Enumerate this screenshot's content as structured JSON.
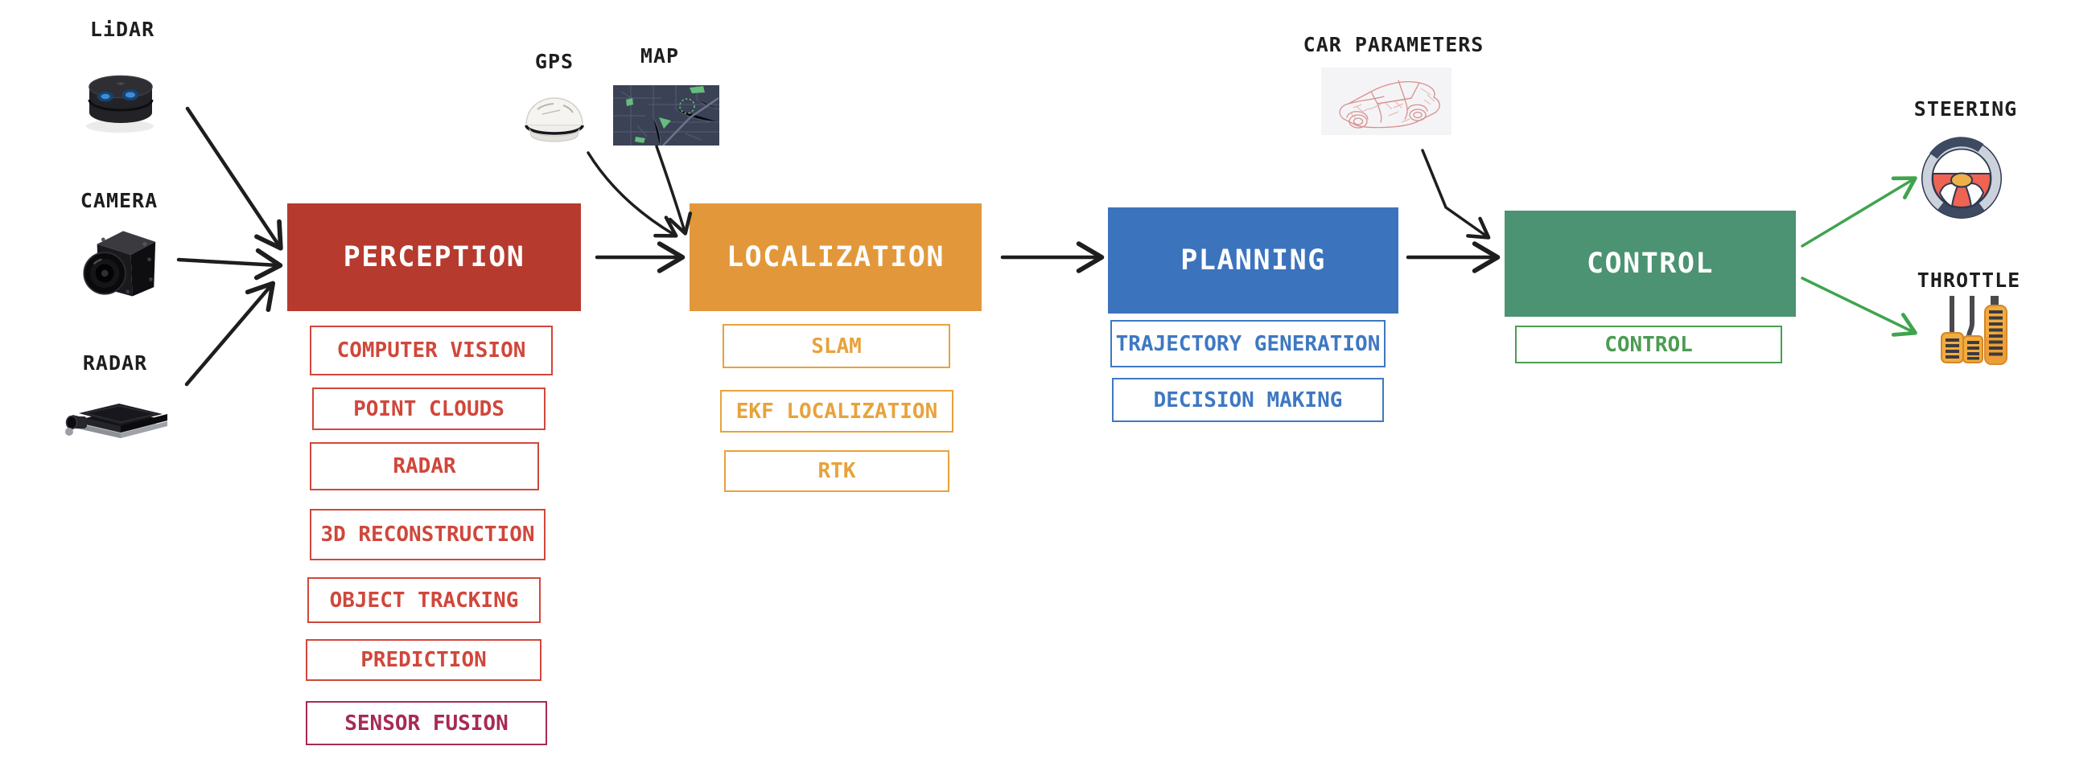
{
  "colors": {
    "red_fill": "#b63a2e",
    "red_accent": "#d0473b",
    "maroon_accent": "#a62b52",
    "orange_fill": "#e2983a",
    "orange_accent": "#e8a23c",
    "blue_fill": "#3c73bd",
    "blue_accent": "#3e78c2",
    "green_fill": "#4b9372",
    "green_accent": "#4b9c53",
    "ink": "#1e1e1e",
    "green_arrow": "#3fa44e"
  },
  "sensors": [
    {
      "id": "lidar",
      "label": "LiDAR",
      "icon": "lidar-icon"
    },
    {
      "id": "camera",
      "label": "CAMERA",
      "icon": "camera-icon"
    },
    {
      "id": "radar",
      "label": "RADAR",
      "icon": "radar-icon"
    }
  ],
  "aux_inputs": [
    {
      "id": "gps",
      "label": "GPS",
      "icon": "gps-icon"
    },
    {
      "id": "map",
      "label": "MAP",
      "icon": "map-icon"
    },
    {
      "id": "car_parameters",
      "label": "CAR PARAMETERS",
      "icon": "car-parameters-icon"
    }
  ],
  "stages": [
    {
      "id": "perception",
      "title": "PERCEPTION",
      "items": [
        "COMPUTER VISION",
        "POINT CLOUDS",
        "RADAR",
        "3D RECONSTRUCTION",
        "OBJECT TRACKING",
        "PREDICTION",
        "SENSOR FUSION"
      ]
    },
    {
      "id": "localization",
      "title": "LOCALIZATION",
      "items": [
        "SLAM",
        "EKF LOCALIZATION",
        "RTK"
      ]
    },
    {
      "id": "planning",
      "title": "PLANNING",
      "items": [
        "TRAJECTORY GENERATION",
        "DECISION MAKING"
      ]
    },
    {
      "id": "control",
      "title": "CONTROL",
      "items": [
        "CONTROL"
      ]
    }
  ],
  "outputs": [
    {
      "id": "steering",
      "label": "STEERING",
      "icon": "steering-wheel-icon"
    },
    {
      "id": "throttle",
      "label": "THROTTLE",
      "icon": "pedals-icon"
    }
  ]
}
